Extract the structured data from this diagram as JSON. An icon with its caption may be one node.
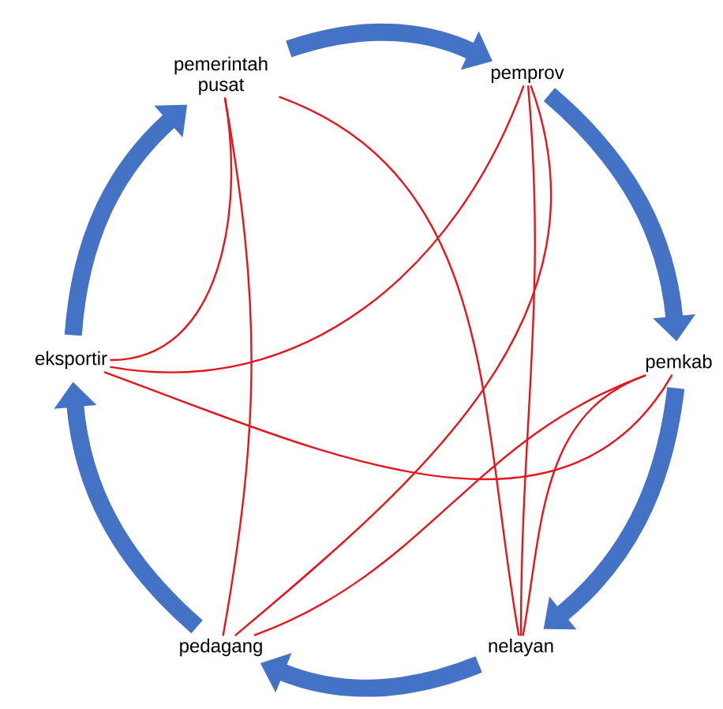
{
  "diagram": {
    "nodes": [
      {
        "text": [
          "pemerintah pusat"
        ]
      },
      {
        "text": [
          "pemprov"
        ]
      },
      {
        "text": [
          "pemkab"
        ]
      },
      {
        "text": [
          "nelayan"
        ]
      },
      {
        "text": [
          "pedagang"
        ]
      },
      {
        "text": [
          "eksportir"
        ]
      }
    ],
    "edges": [
      {
        "from": 0,
        "to": 1,
        "arrow": "to",
        "style": "thick",
        "color": "#4472c4"
      },
      {
        "from": 1,
        "to": 2,
        "arrow": "to",
        "style": "thick",
        "color": "#4472c4"
      },
      {
        "from": 2,
        "to": 3,
        "arrow": "to",
        "style": "thick",
        "color": "#4472c4"
      },
      {
        "from": 3,
        "to": 4,
        "arrow": "to",
        "style": "thick",
        "color": "#4472c4"
      },
      {
        "from": 4,
        "to": 5,
        "arrow": "to",
        "style": "thick",
        "color": "#4472c4"
      },
      {
        "from": 5,
        "to": 0,
        "arrow": "to",
        "style": "thick",
        "color": "#4472c4"
      },
      {
        "from": 0,
        "to": 4,
        "arrow": "none"
      },
      {
        "from": 0,
        "to": 5,
        "arrow": "none"
      },
      {
        "from": 0,
        "to": 3,
        "arrow": "none"
      },
      {
        "from": 1,
        "to": 4,
        "arrow": "none"
      },
      {
        "from": 1,
        "to": 5,
        "arrow": "none"
      },
      {
        "from": 1,
        "to": 3,
        "arrow": "none"
      },
      {
        "from": 2,
        "to": 3,
        "arrow": "none"
      },
      {
        "from": 2,
        "to": 4,
        "arrow": "none"
      },
      {
        "from": 2,
        "to": 5,
        "arrow": "none"
      }
    ]
  }
}
